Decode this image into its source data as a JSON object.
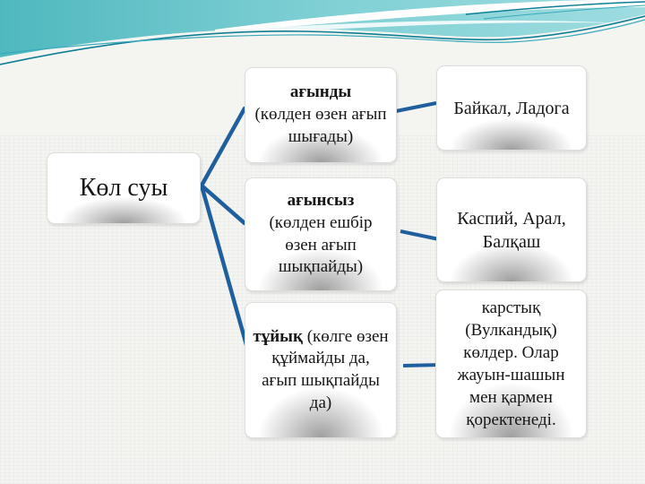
{
  "slide": {
    "root": {
      "label": "Көл суы"
    },
    "branches": [
      {
        "keyword": "ағынды",
        "description": "(көлден өзен ағып шығады)",
        "examples": "Байкал, Ладога"
      },
      {
        "keyword": "ағынсыз",
        "description": "(көлден ешбір өзен ағып шықпайды)",
        "examples": "Каспий, Арал, Балқаш"
      },
      {
        "keyword": "тұйық",
        "description": "(көлге өзен құймайды да, ағып шықпайды да)",
        "examples": "карстық (Вулкандық) көлдер. Олар жауын-шашын мен қармен қоректенеді."
      }
    ],
    "colors": {
      "connector_blue": "#1f5f9e",
      "teal_left": "#55bcc3",
      "teal_right": "#a5dee2",
      "curve_line_dark": "#0e7e95",
      "curve_line_light": "#3aa9ba",
      "slide_background": "#f4f4f1",
      "node_background": "#ffffff",
      "text_color": "#161616"
    }
  }
}
